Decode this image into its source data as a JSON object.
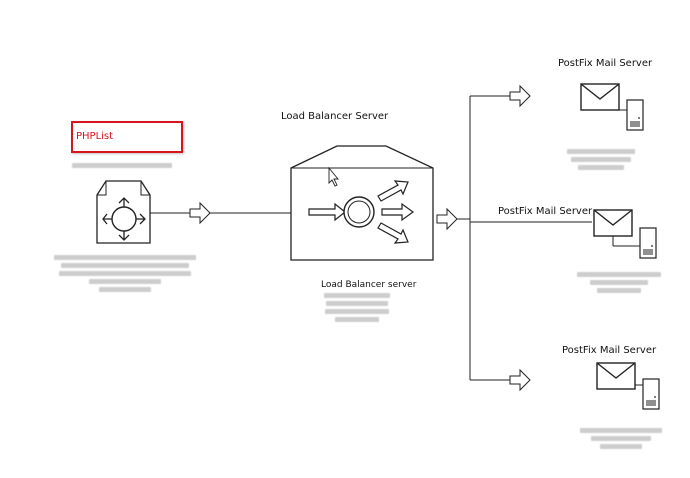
{
  "phplist": {
    "label": "PHPList"
  },
  "load_balancer": {
    "title": "Load Balancer Server",
    "caption": "Load Balancer server"
  },
  "mail_servers": [
    {
      "label": "PostFix Mail Server"
    },
    {
      "label": "PostFix Mail Server"
    },
    {
      "label": "PostFix Mail Server"
    }
  ],
  "colors": {
    "highlight": "#d9141f",
    "line": "#222222",
    "redacted": "#bdbdbd"
  }
}
